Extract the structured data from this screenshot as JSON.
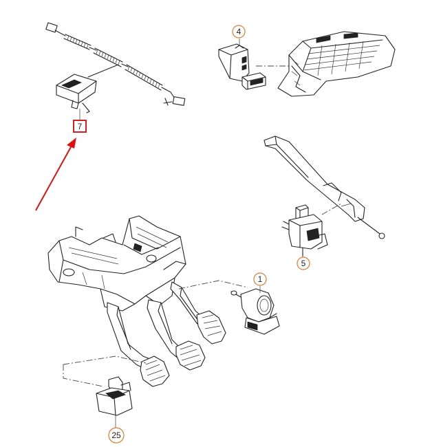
{
  "diagram": {
    "callouts": [
      {
        "id": "c1",
        "label": "1",
        "shape": "circle",
        "color": "#e07a2e"
      },
      {
        "id": "c4",
        "label": "4",
        "shape": "circle",
        "color": "#e07a2e"
      },
      {
        "id": "c5",
        "label": "5",
        "shape": "circle",
        "color": "#e07a2e"
      },
      {
        "id": "c7",
        "label": "7",
        "shape": "box",
        "color": "#d42020"
      },
      {
        "id": "c25",
        "label": "25",
        "shape": "circle",
        "color": "#e07a2e"
      }
    ],
    "highlight_arrow_color": "#e01010"
  }
}
